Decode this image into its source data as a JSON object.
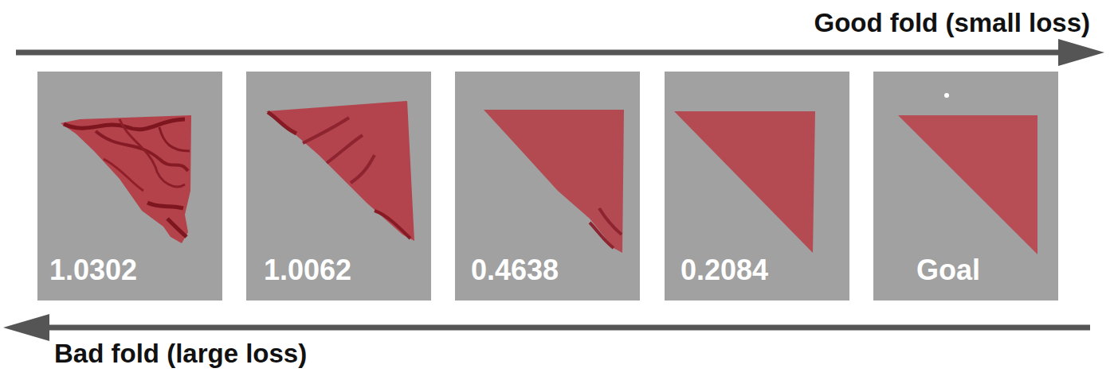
{
  "diagram": {
    "nodes": [
      {
        "text": [
          "1.0302"
        ]
      },
      {
        "text": [
          "1.0062"
        ]
      },
      {
        "text": [
          "0.4638"
        ]
      },
      {
        "text": [
          "0.2084"
        ]
      },
      {
        "text": [
          "Goal"
        ]
      }
    ],
    "labels": [
      "Good fold (small loss)",
      "Bad fold (large loss)"
    ]
  }
}
